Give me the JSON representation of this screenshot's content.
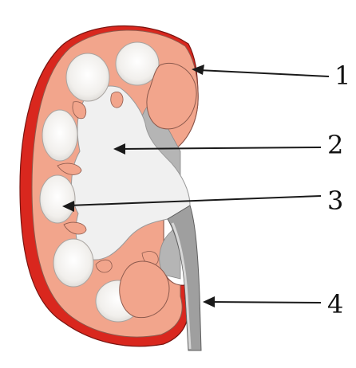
{
  "labels": {
    "label_1": "1",
    "label_2": "2",
    "label_3": "3",
    "label_4": "4"
  },
  "colors": {
    "capsule": "#d9271e",
    "cortex": "#f2a58c",
    "medulla_pyramid": "#f4f2ef",
    "pelvis": "#f0f0f0",
    "hilum_shadow": "#b5b5b5",
    "ureter": "#9f9f9f",
    "arrow": "#1a1a1a"
  },
  "icons": {
    "arrow_head": "arrow-left-icon"
  }
}
